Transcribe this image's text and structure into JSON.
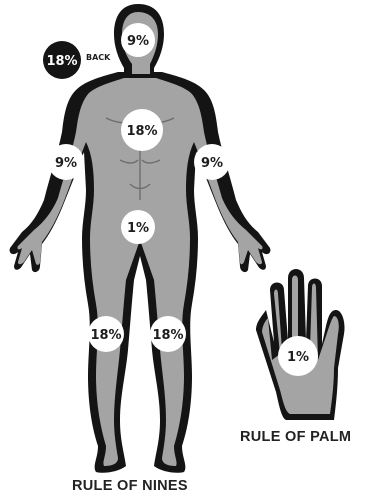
{
  "diagram": {
    "labels": {
      "head": "9%",
      "back": "18%",
      "back_text": "BACK",
      "chest": "18%",
      "left_arm": "9%",
      "right_arm": "9%",
      "groin": "1%",
      "left_leg": "18%",
      "right_leg": "18%",
      "palm": "1%"
    },
    "captions": {
      "nines": "RULE OF NINES",
      "palm": "RULE OF PALM"
    },
    "colors": {
      "outline": "#141414",
      "fill": "#a4a4a4",
      "shadow": "#7a7a7a",
      "circle": "#ffffff",
      "text": "#1e1e1e"
    }
  }
}
